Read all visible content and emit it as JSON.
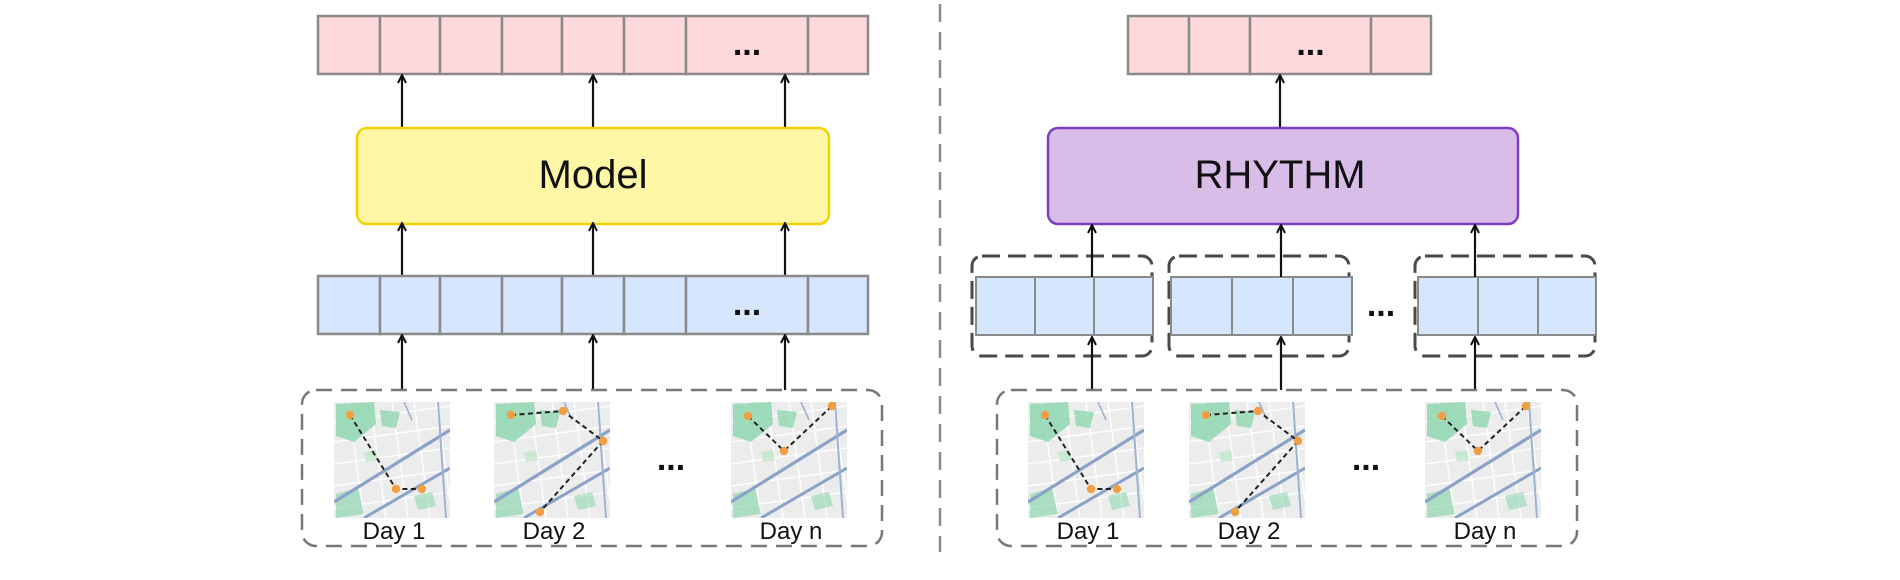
{
  "left_panel": {
    "model_label": "Model",
    "output_sequence": {
      "cells": [
        "",
        "",
        "",
        "",
        "",
        "",
        "...",
        ""
      ]
    },
    "input_sequence": {
      "cells": [
        "",
        "",
        "",
        "",
        "",
        "",
        "...",
        ""
      ]
    },
    "day_labels": [
      "Day 1",
      "Day 2",
      "Day n"
    ],
    "map_ellipsis": "..."
  },
  "right_panel": {
    "model_label": "RHYTHM",
    "output_sequence": {
      "cells": [
        "",
        "",
        "...",
        ""
      ]
    },
    "segment_ellipsis": "...",
    "day_labels": [
      "Day 1",
      "Day 2",
      "Day n"
    ],
    "map_ellipsis": "..."
  },
  "colors": {
    "output_cell": "#fdd9dc",
    "input_cell": "#d6e6fc",
    "cell_border": "#8a8a8a",
    "model_fill": "#fff7a6",
    "model_border": "#f2d200",
    "rhythm_fill": "#d8bde8",
    "rhythm_border": "#7b3fbf",
    "dashed_border": "#777777",
    "segment_border": "#4a4a4a",
    "arrow": "#111111",
    "map_road": "#8aa2c8",
    "map_park": "#8fd7b0",
    "map_trajectory": "#222222",
    "map_point": "#f0a043"
  }
}
